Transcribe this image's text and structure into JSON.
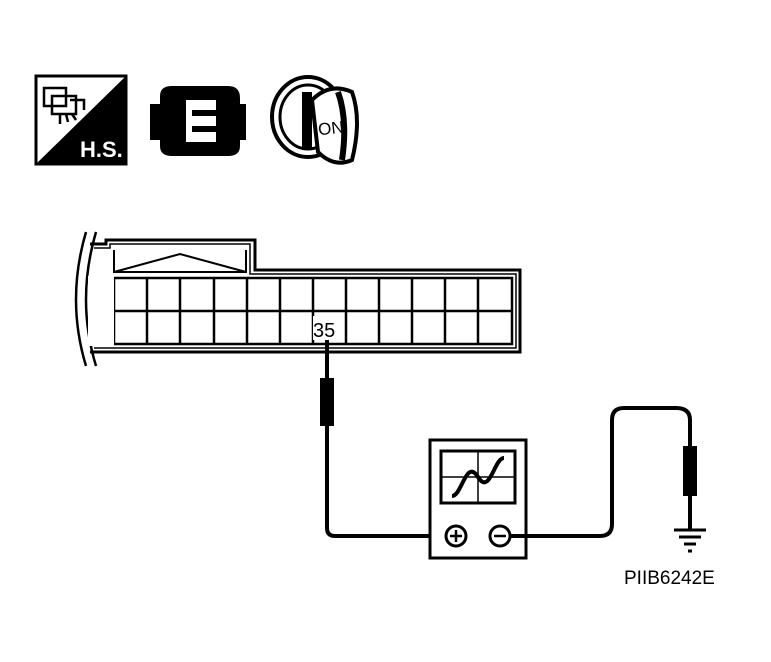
{
  "icons": {
    "harness_symbol": "H.S.",
    "ignition_switch": "ON",
    "connector": "connector-icon"
  },
  "connector": {
    "terminal_label": "35"
  },
  "meter": {
    "positive": "⊕",
    "negative": "⊖"
  },
  "diagram_code": "PIIB6242E"
}
